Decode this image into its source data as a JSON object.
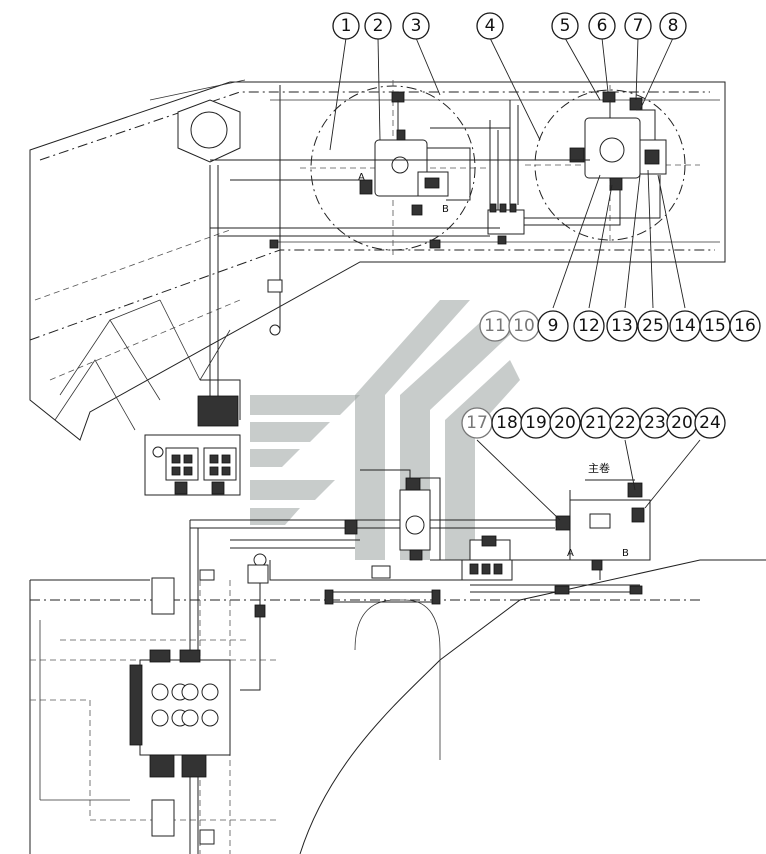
{
  "diagram": {
    "callouts_top": [
      "1",
      "2",
      "3",
      "4",
      "5",
      "6",
      "7",
      "8"
    ],
    "callouts_mid": [
      "11",
      "10",
      "9",
      "12",
      "13",
      "25",
      "14",
      "15",
      "16"
    ],
    "callouts_lower": [
      "17",
      "18",
      "19",
      "20",
      "21",
      "22",
      "23",
      "20",
      "24"
    ],
    "port_label_a": "A",
    "port_label_b": "B",
    "winch_label": "主卷",
    "colors": {
      "line": "#222222",
      "callout_active": "#1a1a1a",
      "callout_dim": "#777777",
      "watermark": "#9aa2a0"
    },
    "icons": [
      "hydraulic-motor-icon",
      "valve-block-icon",
      "control-valve-icon",
      "company-logo-watermark"
    ]
  }
}
